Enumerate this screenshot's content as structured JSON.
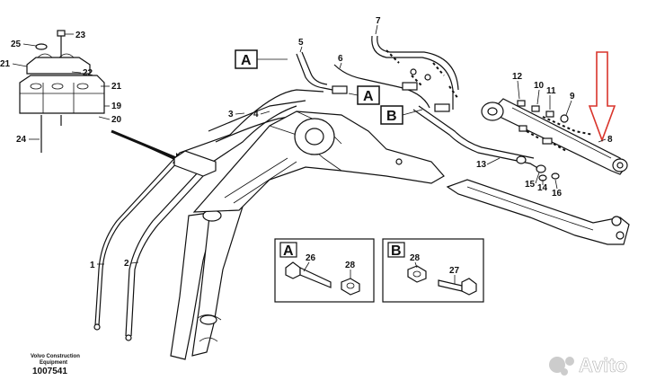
{
  "labels": {
    "n1": "1",
    "n2": "2",
    "n3": "3",
    "n4": "4",
    "n5": "5",
    "n6": "6",
    "n7": "7",
    "n8": "8",
    "n9": "9",
    "n10": "10",
    "n11": "11",
    "n12": "12",
    "n13": "13",
    "n14": "14",
    "n15": "15",
    "n16": "16",
    "n19": "19",
    "n20": "20",
    "n21a": "21",
    "n21b": "21",
    "n22": "22",
    "n23": "23",
    "n24": "24",
    "n25": "25",
    "n26": "26",
    "n27": "27",
    "n28a": "28",
    "n28b": "28"
  },
  "callouts": {
    "a_main": "A",
    "a_mid": "A",
    "b_mid": "B",
    "a_detail": "A",
    "b_detail": "B"
  },
  "footer": {
    "brand_line1": "Volvo Construction",
    "brand_line2": "Equipment",
    "drawing_no": "1007541"
  },
  "watermark": {
    "text": "Avito"
  },
  "colors": {
    "highlight_arrow": "#d9342b",
    "ink": "#111111"
  }
}
